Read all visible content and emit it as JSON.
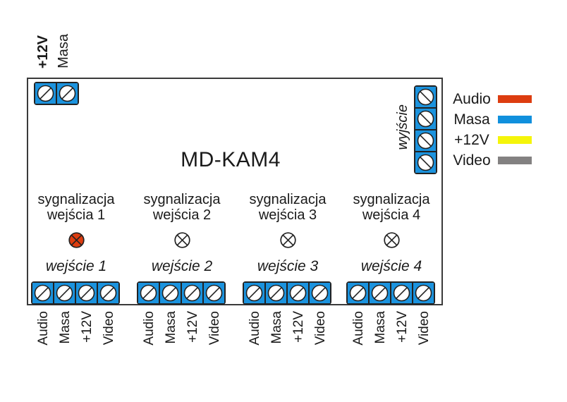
{
  "colors": {
    "terminal_blue": "#1b93de",
    "led_red": "#dd3d10"
  },
  "board": {
    "title": "MD-KAM4"
  },
  "power_connector": {
    "pin_labels": [
      "+12V",
      "Masa"
    ]
  },
  "output_connector": {
    "label": "wyjście"
  },
  "legend": [
    {
      "label": "Audio",
      "color": "#dd3d10"
    },
    {
      "label": "Masa",
      "color": "#1090dd"
    },
    {
      "label": "+12V",
      "color": "#f5f50a"
    },
    {
      "label": "Video",
      "color": "#838181"
    }
  ],
  "inputs": [
    {
      "signal_line1": "sygnalizacja",
      "signal_line2": "wejścia 1",
      "name": "wejście 1",
      "led": "led-on"
    },
    {
      "signal_line1": "sygnalizacja",
      "signal_line2": "wejścia 2",
      "name": "wejście 2",
      "led": "led-off"
    },
    {
      "signal_line1": "sygnalizacja",
      "signal_line2": "wejścia 3",
      "name": "wejście 3",
      "led": "led-off"
    },
    {
      "signal_line1": "sygnalizacja",
      "signal_line2": "wejścia 4",
      "name": "wejście 4",
      "led": "led-off"
    }
  ],
  "input_pin_labels": [
    "Audio",
    "Masa",
    "+12V",
    "Video"
  ]
}
